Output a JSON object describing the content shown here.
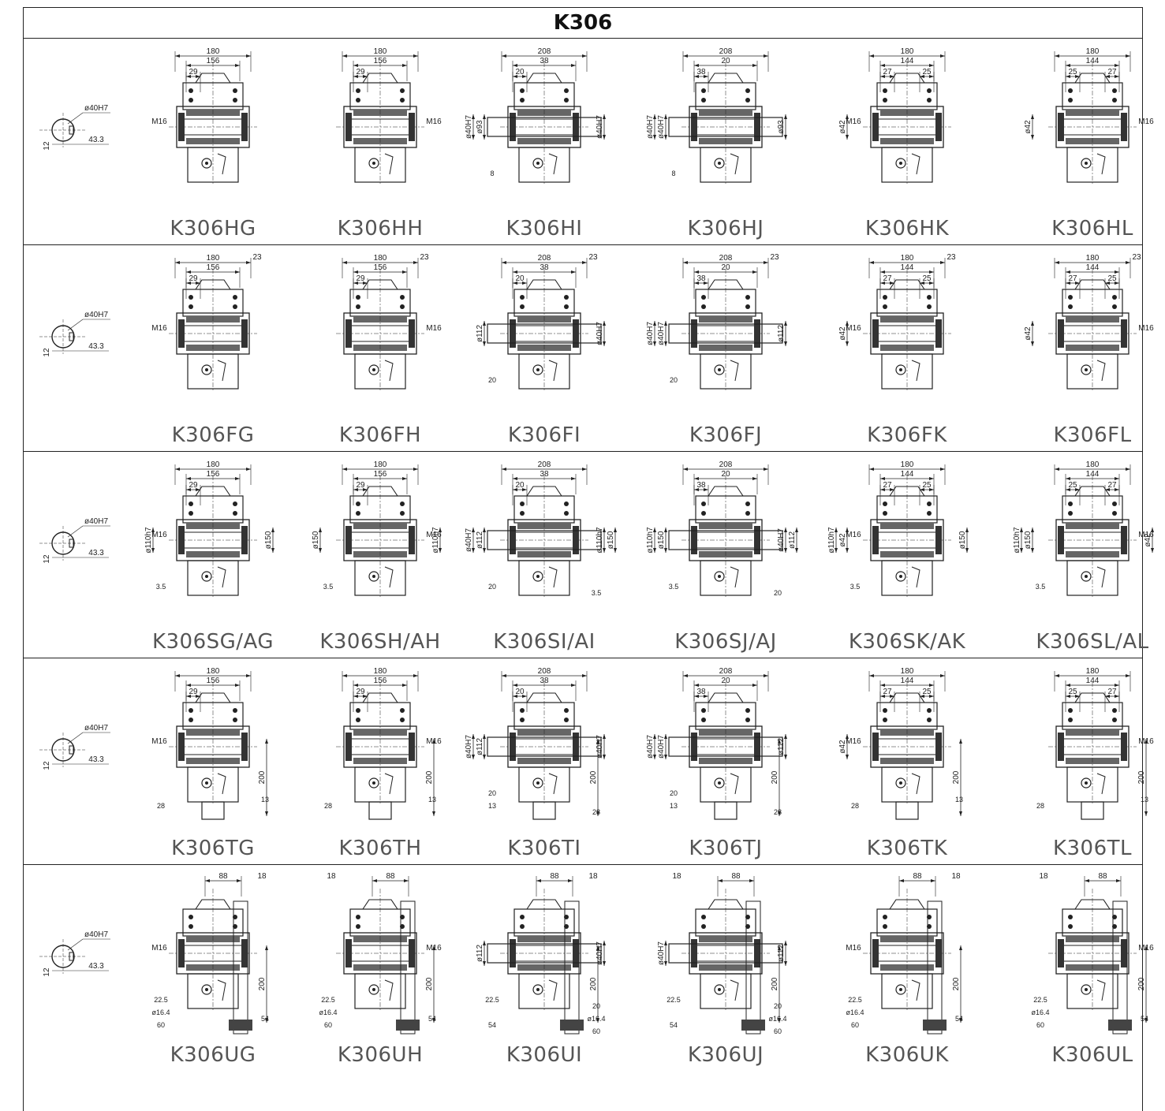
{
  "title": "K306",
  "keyway": {
    "bore": "ø40H7",
    "width": "12",
    "depth": "43.3"
  },
  "rows": [
    {
      "id": "H",
      "models": [
        {
          "label": "K306HG",
          "variant": "G",
          "shaft": "hollow",
          "thread": "M16",
          "dims": [
            "180",
            "156",
            "29"
          ]
        },
        {
          "label": "K306HH",
          "variant": "H",
          "shaft": "hollow",
          "thread": "M16",
          "dims": [
            "180",
            "156",
            "29"
          ]
        },
        {
          "label": "K306HI",
          "variant": "I",
          "shaft": "solid",
          "dims": [
            "208",
            "38",
            "20"
          ],
          "diam": [
            "ø93",
            "ø40H7",
            "ø40H7"
          ],
          "extra": [
            "8"
          ]
        },
        {
          "label": "K306HJ",
          "variant": "J",
          "shaft": "solid",
          "dims": [
            "208",
            "20",
            "38"
          ],
          "diam": [
            "ø40H7",
            "ø40H7",
            "ø93"
          ],
          "extra": [
            "8"
          ]
        },
        {
          "label": "K306HK",
          "variant": "K",
          "shaft": "shrink",
          "thread": "M16",
          "dims": [
            "180",
            "144",
            "27",
            "25"
          ],
          "diam": [
            "ø42"
          ]
        },
        {
          "label": "K306HL",
          "variant": "L",
          "shaft": "shrink",
          "thread": "M16",
          "dims": [
            "180",
            "144",
            "25",
            "27"
          ],
          "diam": [
            "ø42"
          ]
        }
      ]
    },
    {
      "id": "F",
      "models": [
        {
          "label": "K306FG",
          "variant": "G",
          "shaft": "hollow",
          "thread": "M16",
          "dims": [
            "180",
            "156",
            "29",
            "23"
          ]
        },
        {
          "label": "K306FH",
          "variant": "H",
          "shaft": "hollow",
          "thread": "M16",
          "dims": [
            "180",
            "156",
            "29",
            "23"
          ]
        },
        {
          "label": "K306FI",
          "variant": "I",
          "shaft": "solid",
          "dims": [
            "208",
            "38",
            "20",
            "23"
          ],
          "diam": [
            "ø112",
            "ø40H7"
          ],
          "extra": [
            "20"
          ]
        },
        {
          "label": "K306FJ",
          "variant": "J",
          "shaft": "solid",
          "dims": [
            "208",
            "20",
            "38",
            "23"
          ],
          "diam": [
            "ø40H7",
            "ø40H7",
            "ø112"
          ],
          "extra": [
            "20"
          ]
        },
        {
          "label": "K306FK",
          "variant": "K",
          "shaft": "shrink",
          "thread": "M16",
          "dims": [
            "180",
            "144",
            "27",
            "25",
            "23"
          ],
          "diam": [
            "ø42"
          ]
        },
        {
          "label": "K306FL",
          "variant": "L",
          "shaft": "shrink",
          "thread": "M16",
          "dims": [
            "180",
            "144",
            "27",
            "25",
            "23"
          ],
          "diam": [
            "ø42"
          ]
        }
      ]
    },
    {
      "id": "S",
      "models": [
        {
          "label": "K306SG/AG",
          "variant": "G",
          "shaft": "hollow",
          "thread": "M16",
          "dims": [
            "180",
            "156",
            "29"
          ],
          "diam": [
            "ø110h7",
            "ø150"
          ],
          "extra": [
            "3.5"
          ]
        },
        {
          "label": "K306SH/AH",
          "variant": "H",
          "shaft": "hollow",
          "thread": "M16",
          "dims": [
            "180",
            "156",
            "29"
          ],
          "diam": [
            "ø150",
            "ø110h7"
          ],
          "extra": [
            "3.5"
          ]
        },
        {
          "label": "K306SI/AI",
          "variant": "I",
          "shaft": "solid",
          "dims": [
            "208",
            "38",
            "20"
          ],
          "diam": [
            "ø112",
            "ø40H7",
            "ø40H7",
            "ø110h7",
            "ø150"
          ],
          "extra": [
            "20",
            "3.5"
          ]
        },
        {
          "label": "K306SJ/AJ",
          "variant": "J",
          "shaft": "solid",
          "dims": [
            "208",
            "20",
            "38"
          ],
          "diam": [
            "ø150",
            "ø110h7",
            "ø40H7",
            "ø40H7",
            "ø112"
          ],
          "extra": [
            "3.5",
            "20"
          ]
        },
        {
          "label": "K306SK/AK",
          "variant": "K",
          "shaft": "shrink",
          "thread": "M16",
          "dims": [
            "180",
            "144",
            "27",
            "25"
          ],
          "diam": [
            "ø42",
            "ø110h7",
            "ø150"
          ],
          "extra": [
            "3.5"
          ]
        },
        {
          "label": "K306SL/AL",
          "variant": "L",
          "shaft": "shrink",
          "thread": "M16",
          "dims": [
            "180",
            "144",
            "25",
            "27"
          ],
          "diam": [
            "ø150",
            "ø110h7",
            "ø42"
          ],
          "extra": [
            "3.5"
          ]
        }
      ]
    },
    {
      "id": "T",
      "models": [
        {
          "label": "K306TG",
          "variant": "G",
          "shaft": "hollow",
          "thread": "M16",
          "dims": [
            "180",
            "156",
            "29"
          ],
          "extra": [
            "200",
            "13",
            "28"
          ]
        },
        {
          "label": "K306TH",
          "variant": "H",
          "shaft": "hollow",
          "thread": "M16",
          "dims": [
            "180",
            "156",
            "29"
          ],
          "extra": [
            "200",
            "13",
            "28"
          ]
        },
        {
          "label": "K306TI",
          "variant": "I",
          "shaft": "solid",
          "dims": [
            "208",
            "38",
            "20"
          ],
          "diam": [
            "ø112",
            "ø40H7",
            "ø40H7"
          ],
          "extra": [
            "20",
            "200",
            "13",
            "28"
          ]
        },
        {
          "label": "K306TJ",
          "variant": "J",
          "shaft": "solid",
          "dims": [
            "208",
            "20",
            "38"
          ],
          "diam": [
            "ø40H7",
            "ø40H7",
            "ø112"
          ],
          "extra": [
            "20",
            "200",
            "13",
            "28"
          ]
        },
        {
          "label": "K306TK",
          "variant": "K",
          "shaft": "shrink",
          "thread": "M16",
          "dims": [
            "180",
            "144",
            "27",
            "25"
          ],
          "diam": [
            "ø42"
          ],
          "extra": [
            "200",
            "13",
            "28"
          ]
        },
        {
          "label": "K306TL",
          "variant": "L",
          "shaft": "shrink",
          "thread": "M16",
          "dims": [
            "180",
            "144",
            "25",
            "27"
          ],
          "extra": [
            "200",
            "13",
            "28"
          ]
        }
      ]
    },
    {
      "id": "U",
      "models": [
        {
          "label": "K306UG",
          "variant": "G",
          "shaft": "hollow",
          "thread": "M16",
          "dims": [
            "88",
            "18"
          ],
          "extra": [
            "22.5",
            "200",
            "ø16.4",
            "54",
            "60"
          ]
        },
        {
          "label": "K306UH",
          "variant": "H",
          "shaft": "hollow",
          "thread": "M16",
          "dims": [
            "18",
            "88"
          ],
          "extra": [
            "22.5",
            "200",
            "ø16.4",
            "54",
            "60"
          ]
        },
        {
          "label": "K306UI",
          "variant": "I",
          "shaft": "solid",
          "dims": [
            "88",
            "18"
          ],
          "diam": [
            "ø112",
            "ø40H7"
          ],
          "extra": [
            "22.5",
            "20",
            "200",
            "ø16.4",
            "54",
            "60"
          ]
        },
        {
          "label": "K306UJ",
          "variant": "J",
          "shaft": "solid",
          "dims": [
            "18",
            "88"
          ],
          "diam": [
            "ø40H7",
            "ø112"
          ],
          "extra": [
            "22.5",
            "20",
            "200",
            "ø16.4",
            "54",
            "60"
          ]
        },
        {
          "label": "K306UK",
          "variant": "K",
          "shaft": "shrink",
          "thread": "M16",
          "dims": [
            "88",
            "18"
          ],
          "extra": [
            "22.5",
            "200",
            "ø16.4",
            "54",
            "60"
          ]
        },
        {
          "label": "K306UL",
          "variant": "L",
          "shaft": "shrink",
          "thread": "M16",
          "dims": [
            "18",
            "88"
          ],
          "extra": [
            "22.5",
            "200",
            "ø16.4",
            "54",
            "60"
          ]
        }
      ]
    }
  ]
}
